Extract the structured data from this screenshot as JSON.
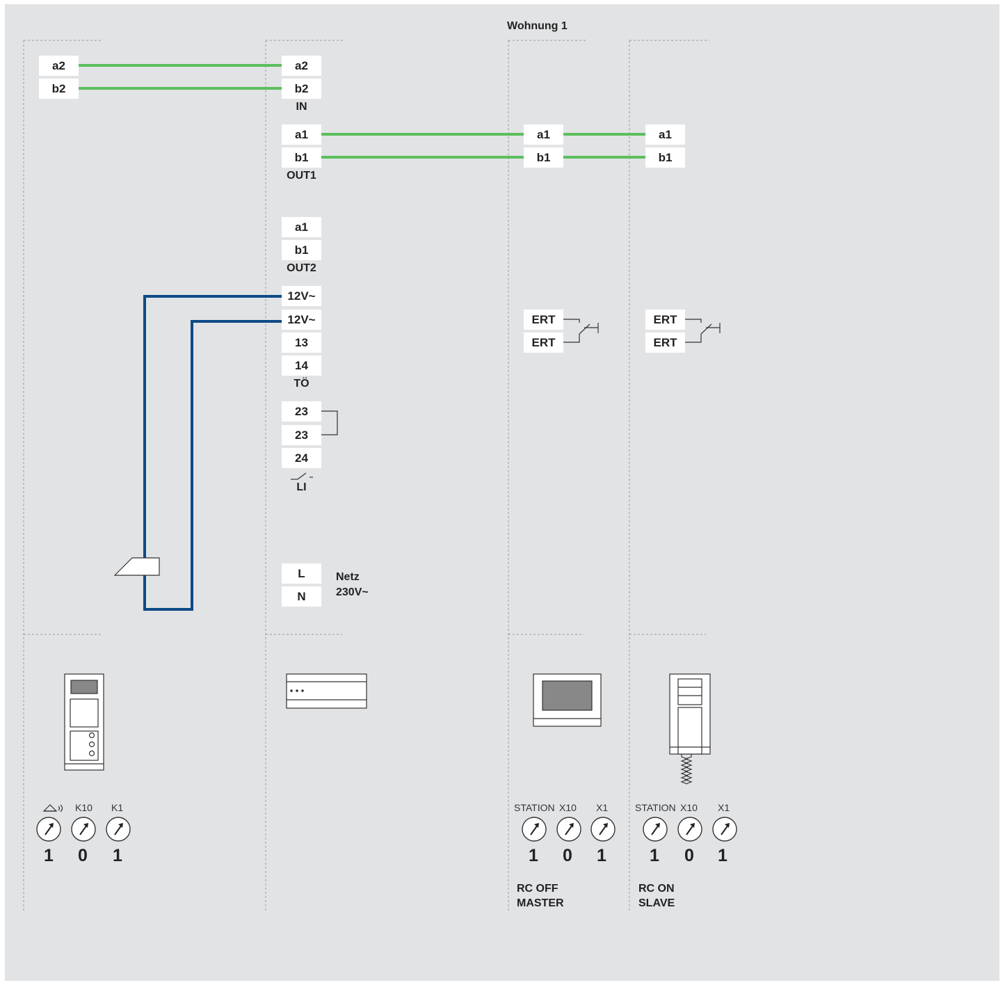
{
  "title": "Wohnung 1",
  "terminals": {
    "col1": [
      "a2",
      "b2"
    ],
    "col2_in": [
      "a2",
      "b2"
    ],
    "col2_in_label": "IN",
    "col2_out1": [
      "a1",
      "b1"
    ],
    "col2_out1_label": "OUT1",
    "col2_out2": [
      "a1",
      "b1"
    ],
    "col2_out2_label": "OUT2",
    "col2_power": [
      "12V~",
      "12V~",
      "13",
      "14"
    ],
    "col2_power_label": "TÖ",
    "col2_li": [
      "23",
      "23",
      "24"
    ],
    "col2_li_label": "LI",
    "col2_mains": [
      "L",
      "N"
    ],
    "mains_label_1": "Netz",
    "mains_label_2": "230V~",
    "col3": [
      "a1",
      "b1"
    ],
    "col4": [
      "a1",
      "b1"
    ],
    "col3_ert": [
      "ERT",
      "ERT"
    ],
    "col4_ert": [
      "ERT",
      "ERT"
    ]
  },
  "dials": {
    "col1": {
      "labels": [
        "",
        "K10",
        "K1"
      ],
      "values": [
        "1",
        "0",
        "1"
      ]
    },
    "col3": {
      "labels": [
        "STATION",
        "X10",
        "X1"
      ],
      "values": [
        "1",
        "0",
        "1"
      ]
    },
    "col4": {
      "labels": [
        "STATION",
        "X10",
        "X1"
      ],
      "values": [
        "1",
        "0",
        "1"
      ]
    }
  },
  "modes": {
    "col3": [
      "RC OFF",
      "MASTER"
    ],
    "col4": [
      "RC ON",
      "SLAVE"
    ]
  },
  "colors": {
    "bus_wire": "#5cbf5c",
    "power_wire": "#0e4a86",
    "background": "#e2e3e5",
    "terminal": "#ffffff"
  },
  "icons": {
    "col1_dial_label": "doorbell-house-icon",
    "col1_device": "door-station-icon",
    "col2_device": "power-supply-rail-icon",
    "col3_device": "video-monitor-icon",
    "col4_device": "intercom-handset-icon",
    "lock": "door-opener-icon"
  }
}
